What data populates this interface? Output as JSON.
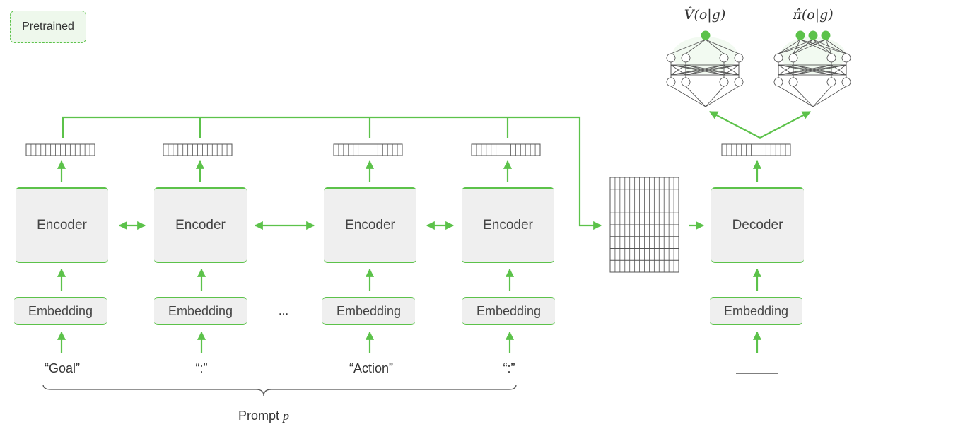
{
  "legend": {
    "label": "Pretrained"
  },
  "encoders": [
    {
      "label": "Encoder"
    },
    {
      "label": "Encoder"
    },
    {
      "label": "Encoder"
    },
    {
      "label": "Encoder"
    }
  ],
  "decoder": {
    "label": "Decoder"
  },
  "embeddings": [
    {
      "label": "Embedding"
    },
    {
      "label": "Embedding"
    },
    {
      "label": "Embedding"
    },
    {
      "label": "Embedding"
    },
    {
      "label": "Embedding"
    }
  ],
  "tokens": [
    "“Goal”",
    "“:”",
    "“Action”",
    "“:”"
  ],
  "ellipsis": "...",
  "prompt": {
    "text": "Prompt",
    "var": "p"
  },
  "heads": {
    "value_label": "V̂(o|g)",
    "policy_label": "π̂(o|g)"
  },
  "colors": {
    "accent": "#5cc24a",
    "box_fill": "#efefef",
    "legend_fill": "#eef8ec",
    "line": "#555555"
  }
}
